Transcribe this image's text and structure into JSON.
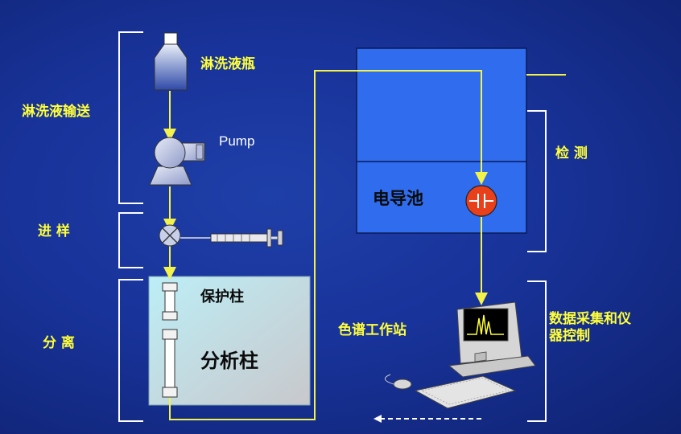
{
  "sections": {
    "eluent_delivery": "淋洗液输送",
    "injection": "进 样",
    "separation": "分 离",
    "detection": "检 测",
    "data_control": [
      "数据采集和仪",
      "器控制"
    ]
  },
  "components": {
    "eluent_bottle": "淋洗液瓶",
    "pump": "Pump",
    "guard_column": "保护柱",
    "analytical_column": "分析柱",
    "conductivity_cell": "电导池",
    "workstation": "色谱工作站"
  },
  "colors": {
    "background": "#1a3a9e",
    "label_yellow": "#ffff3a",
    "flow_line": "#f2f24a",
    "detector_box": "#2f6dee",
    "column_box": "#a9dbe6",
    "cell_red": "#e8401a"
  }
}
